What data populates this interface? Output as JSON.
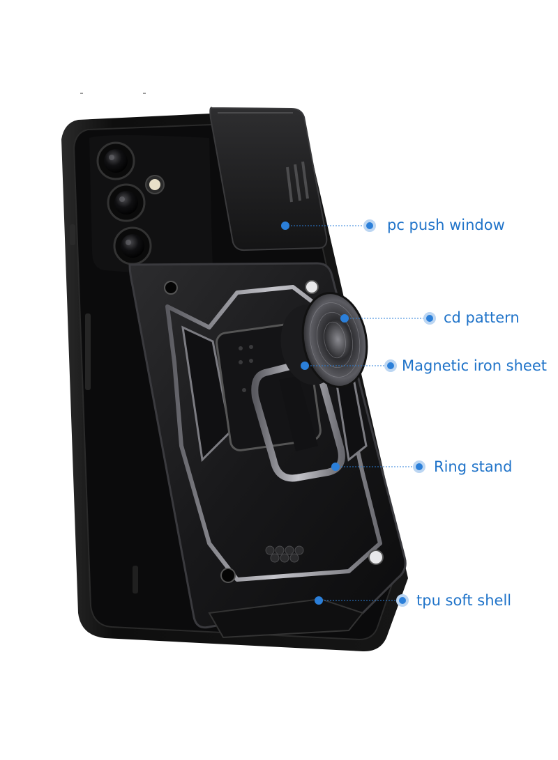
{
  "callouts": [
    {
      "id": "pc-push-window",
      "label": "pc push window"
    },
    {
      "id": "cd-pattern",
      "label": "cd pattern"
    },
    {
      "id": "magnetic-iron-sheet",
      "label": "Magnetic iron sheet"
    },
    {
      "id": "ring-stand",
      "label": "Ring stand"
    },
    {
      "id": "tpu-soft-shell",
      "label": "tpu soft shell"
    }
  ],
  "colors": {
    "callout": "#1f73c9",
    "dot": "#2b7fd9",
    "case": "#141414",
    "armor": "#1d1d1f",
    "metal_trim": "#9a9aa0"
  }
}
